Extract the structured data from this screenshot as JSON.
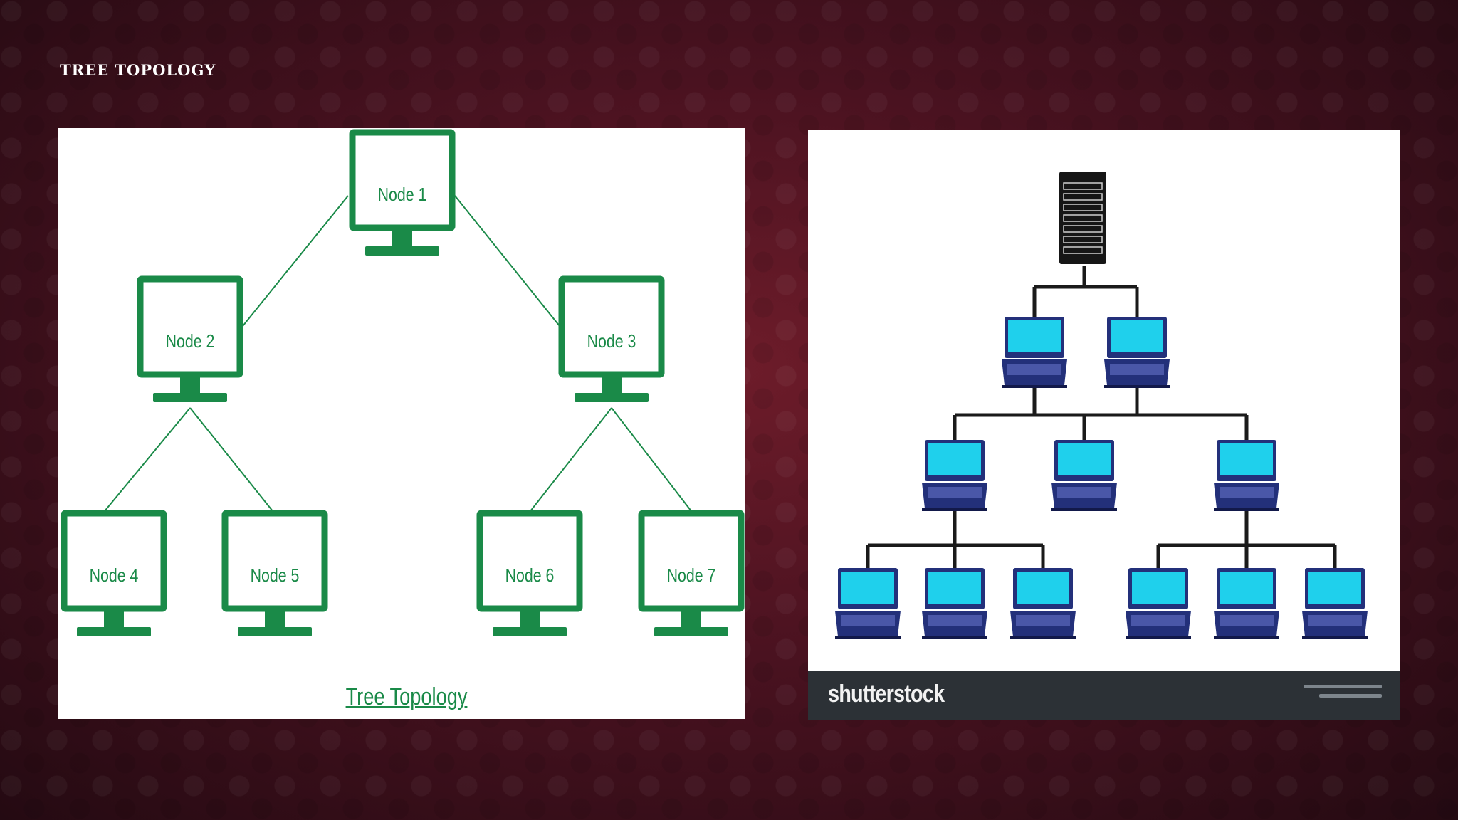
{
  "slide": {
    "title": "TREE TOPOLOGY"
  },
  "left_diagram": {
    "nodes": [
      "Node 1",
      "Node 2",
      "Node 3",
      "Node 4",
      "Node 5",
      "Node 6",
      "Node 7"
    ],
    "caption": "Tree Topology",
    "color": "#1a8a48"
  },
  "right_diagram": {
    "logo_text": "shutterstock",
    "screen_color": "#1fd0ec",
    "frame_color": "#23307a",
    "server_color": "#161616"
  }
}
